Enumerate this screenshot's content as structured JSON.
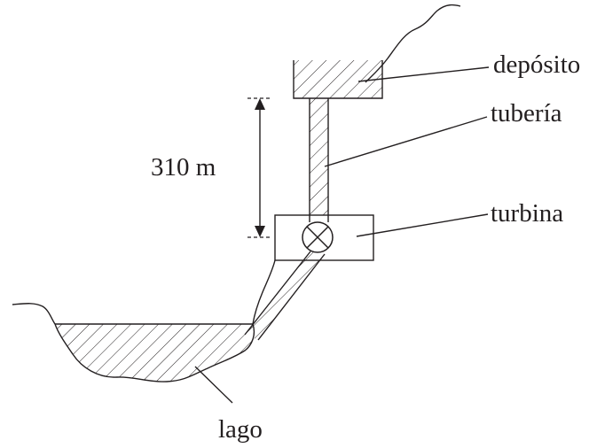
{
  "labels": {
    "reservoir": "depósito",
    "pipe": "tubería",
    "turbine": "turbina",
    "lake": "lago",
    "height": "310 m"
  },
  "colors": {
    "ink": "#231f20",
    "background": "#ffffff"
  }
}
